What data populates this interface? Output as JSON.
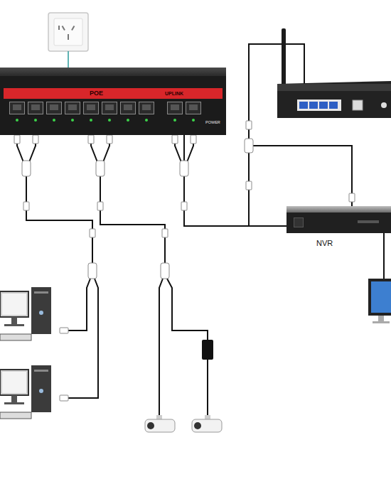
{
  "diagram": {
    "nodes": [
      {
        "text": [
          "POE",
          "UPLINK",
          "POWER"
        ]
      },
      {
        "text": [
          "NVR"
        ]
      }
    ],
    "edges": [
      {
        "from": 0,
        "to": 1,
        "arrow": "none"
      }
    ]
  }
}
